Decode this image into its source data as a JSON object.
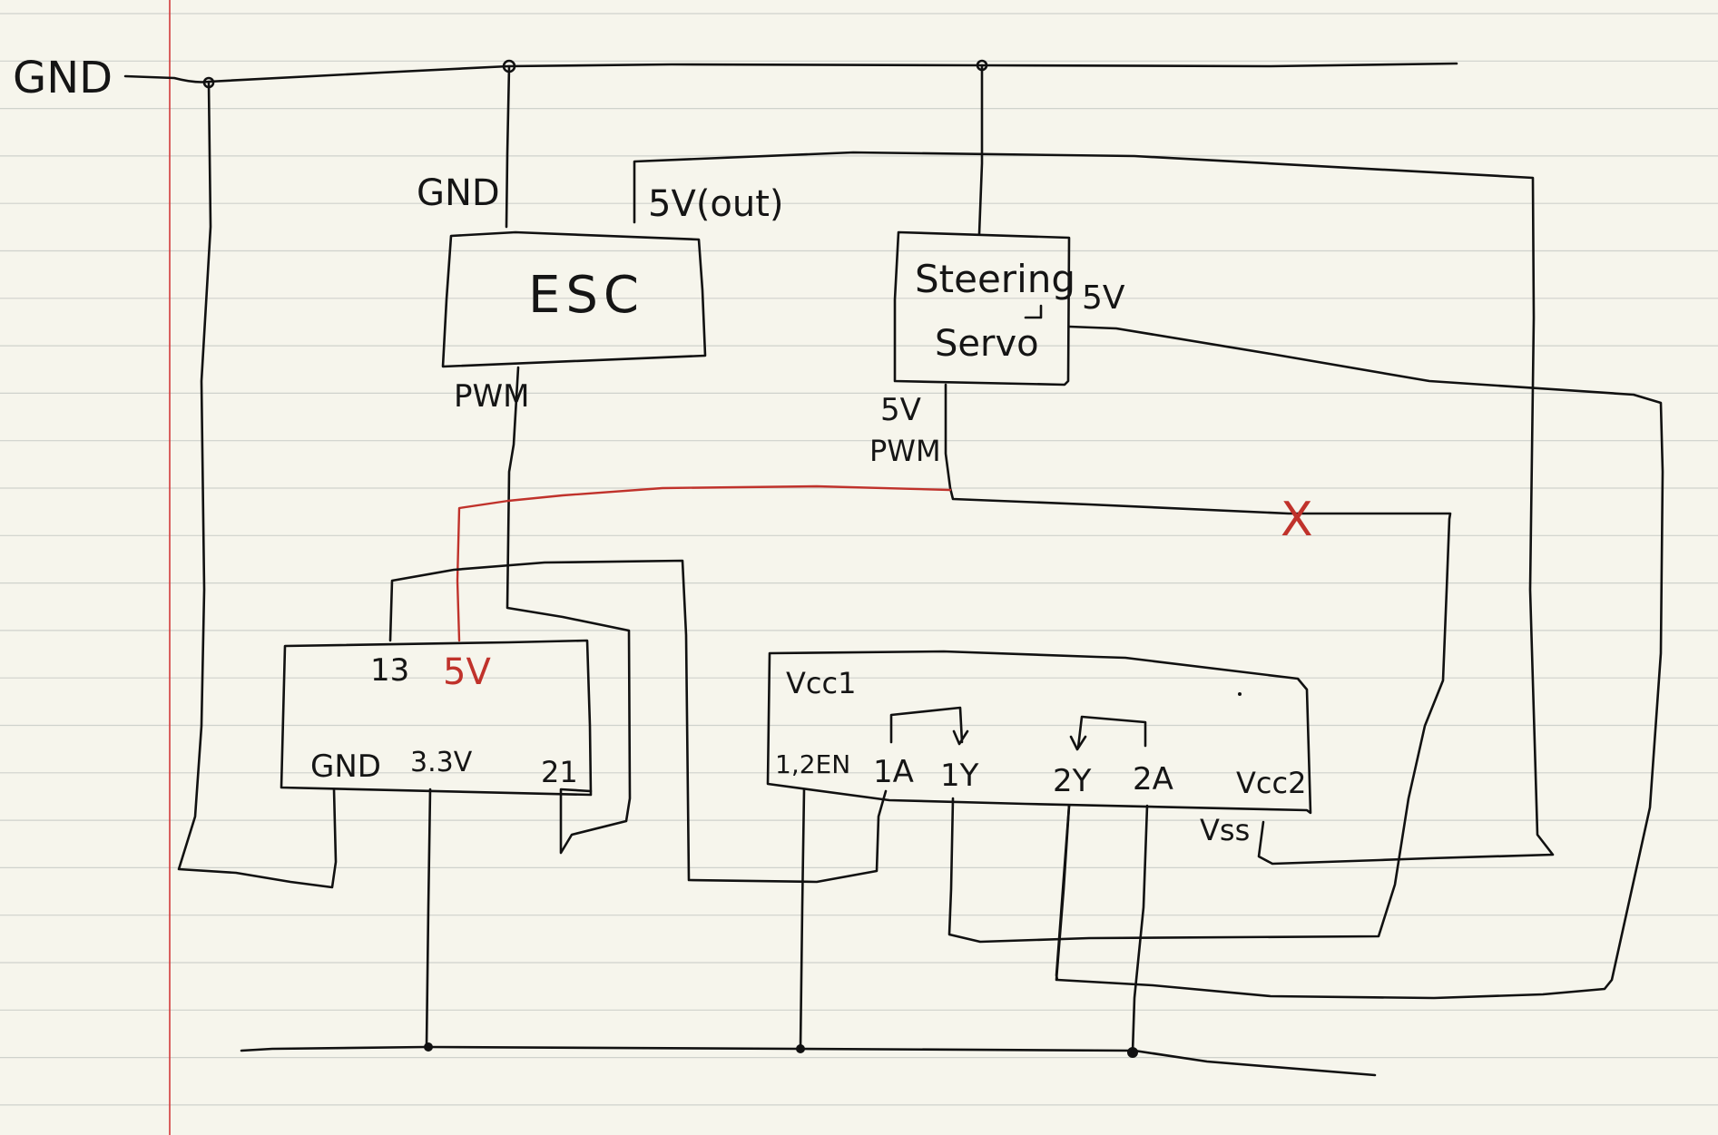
{
  "colors": {
    "paper": "#f6f5ec",
    "ruled_line": "#cfd2cc",
    "margin_line": "#d23a3a",
    "ink": "#151515",
    "red_ink": "#c0322b"
  },
  "rails": {
    "top_label": "GND"
  },
  "esc": {
    "title": "ESC",
    "gnd_label": "GND",
    "out_label": "5V(out)",
    "pwm_label": "PWM"
  },
  "servo": {
    "title_line1": "Steering",
    "title_line2": "Servo",
    "power_label": "5V",
    "signal_label_line1": "5V",
    "signal_label_line2": "PWM",
    "disconnect_mark": "X"
  },
  "mcu": {
    "pin_13": "13",
    "pin_5v": "5V",
    "pin_gnd": "GND",
    "pin_3v3": "3.3V",
    "pin_21": "21"
  },
  "driver": {
    "vcc1": "Vcc1",
    "en12": "1,2EN",
    "a1": "1A",
    "y1": "1Y",
    "y2": "2Y",
    "a2": "2A",
    "vcc2": "Vcc2",
    "vss": "Vss"
  }
}
